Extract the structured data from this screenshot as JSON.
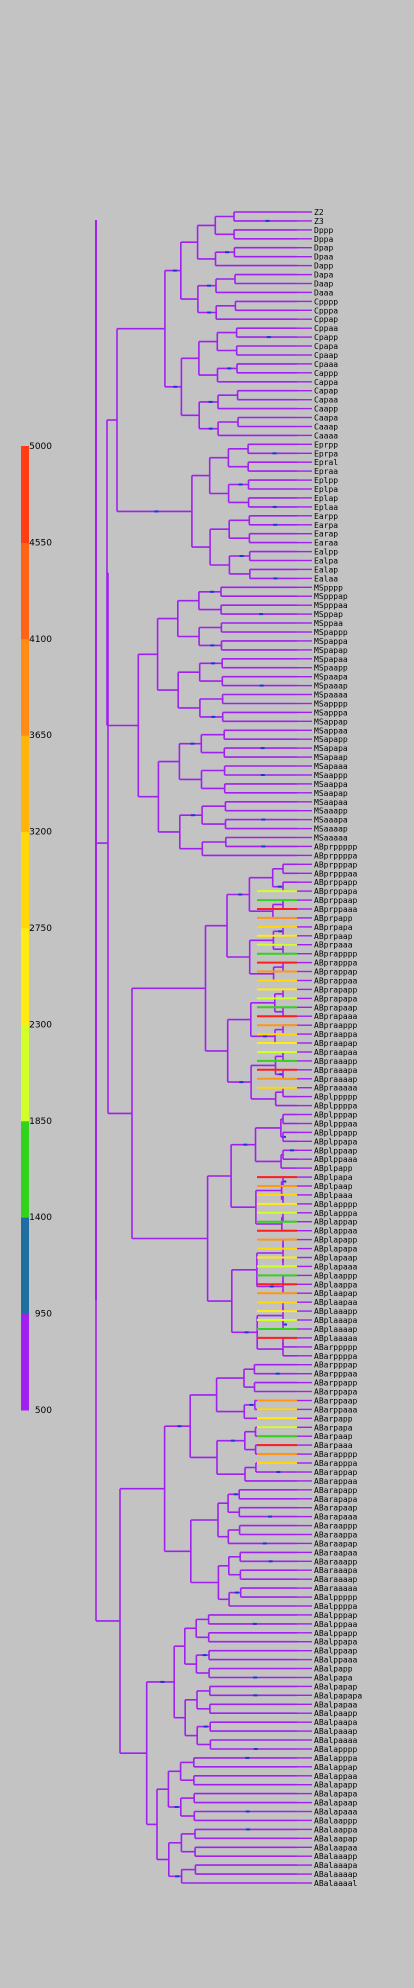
{
  "chart_data": {
    "type": "dendrogram",
    "legend": {
      "ticks": [
        "5000",
        "4550",
        "4100",
        "3650",
        "3200",
        "2750",
        "2300",
        "1850",
        "1400",
        "950",
        "500"
      ],
      "bins": [
        {
          "from": 500,
          "to": 950,
          "color": "#a020f0"
        },
        {
          "from": 950,
          "to": 1400,
          "color": "#1e6ea0"
        },
        {
          "from": 1400,
          "to": 1850,
          "color": "#32d21e"
        },
        {
          "from": 1850,
          "to": 2300,
          "color": "#d2ff28"
        },
        {
          "from": 2300,
          "to": 2750,
          "color": "#ffeb14"
        },
        {
          "from": 2750,
          "to": 3200,
          "color": "#ffd70a"
        },
        {
          "from": 3200,
          "to": 3650,
          "color": "#ffb40a"
        },
        {
          "from": 3650,
          "to": 4100,
          "color": "#ff8c14"
        },
        {
          "from": 4100,
          "to": 4550,
          "color": "#ff6414"
        },
        {
          "from": 4550,
          "to": 5000,
          "color": "#ff3c14"
        }
      ]
    },
    "leaves": [
      "Z2",
      "Z3",
      "Dppp",
      "Dppa",
      "Dpap",
      "Dpaa",
      "Dapp",
      "Dapa",
      "Daap",
      "Daaa",
      "Cpppp",
      "Cpppa",
      "Cppap",
      "Cppaa",
      "Cpapp",
      "Cpapa",
      "Cpaap",
      "Cpaaa",
      "Cappp",
      "Cappa",
      "Capap",
      "Capaa",
      "Caapp",
      "Caapa",
      "Caaap",
      "Caaaa",
      "Eprpp",
      "Eprpa",
      "Epral",
      "Epraa",
      "Eplpp",
      "Eplpa",
      "Eplap",
      "Eplaa",
      "Earpp",
      "Earpa",
      "Earap",
      "Earaa",
      "Ealpp",
      "Ealpa",
      "Ealap",
      "Ealaa",
      "MSpppp",
      "MSpppap",
      "MSpppaa",
      "MSppap",
      "MSppaa",
      "MSpappp",
      "MSpappa",
      "MSpapap",
      "MSpapaa",
      "MSpaapp",
      "MSpaapa",
      "MSpaaap",
      "MSpaaaa",
      "MSapppp",
      "MSapppa",
      "MSappap",
      "MSappaa",
      "MSapapp",
      "MSapapa",
      "MSapaap",
      "MSapaaa",
      "MSaappp",
      "MSaappa",
      "MSaapap",
      "MSaapaa",
      "MSaaapp",
      "MSaaapa",
      "MSaaaap",
      "MSaaaaa",
      "ABprppppp",
      "ABprppppa",
      "ABprpppap",
      "ABprpppaa",
      "ABprppapp",
      "ABprppapa",
      "ABprppaap",
      "ABprppaaa",
      "ABprpapp",
      "ABprpapa",
      "ABprpaap",
      "ABprpaaa",
      "ABprapppp",
      "ABprapppa",
      "ABprappap",
      "ABprappaa",
      "ABprapapp",
      "ABprapapa",
      "ABprapaap",
      "ABprapaaa",
      "ABpraappp",
      "ABpraappa",
      "ABpraapap",
      "ABpraapaa",
      "ABpraaapp",
      "ABpraaapa",
      "ABpraaaap",
      "ABpraaaaa",
      "ABplppppp",
      "ABplppppa",
      "ABplpppap",
      "ABplpppaa",
      "ABplppapp",
      "ABplppapa",
      "ABplppaap",
      "ABplppaaa",
      "ABplpapp",
      "ABplpapa",
      "ABplpaap",
      "ABplpaaa",
      "ABplapppp",
      "ABplapppa",
      "ABplappap",
      "ABplappaa",
      "ABplapapp",
      "ABplapapa",
      "ABplapaap",
      "ABplapaaa",
      "ABplaappp",
      "ABplaappa",
      "ABplaapap",
      "ABplaapaa",
      "ABplaaapp",
      "ABplaaapa",
      "ABplaaaap",
      "ABplaaaaa",
      "ABarppppp",
      "ABarppppa",
      "ABarpppap",
      "ABarpppaa",
      "ABarppapp",
      "ABarppapa",
      "ABarppaap",
      "ABarppaaa",
      "ABarpapp",
      "ABarpapa",
      "ABarpaap",
      "ABarpaaa",
      "ABarapppp",
      "ABarapppa",
      "ABarappap",
      "ABarappaa",
      "ABarapapp",
      "ABarapapa",
      "ABarapaap",
      "ABarapaaa",
      "ABaraappp",
      "ABaraappa",
      "ABaraapap",
      "ABaraapaa",
      "ABaraaapp",
      "ABaraaapa",
      "ABaraaaap",
      "ABaraaaaa",
      "ABalppppp",
      "ABalppppa",
      "ABalpppap",
      "ABalpppaa",
      "ABalppapp",
      "ABalppapa",
      "ABalppaap",
      "ABalppaaa",
      "ABalpapp",
      "ABalpapa",
      "ABalpapap",
      "ABalpapapa",
      "ABalpapaa",
      "ABalpaapp",
      "ABalpaapa",
      "ABalpaaap",
      "ABalpaaaa",
      "ABalapppp",
      "ABalapppa",
      "ABalappap",
      "ABalappaa",
      "ABalapapp",
      "ABalapapa",
      "ABalapaap",
      "ABalapaaa",
      "ABalaappp",
      "ABalaappa",
      "ABalaapap",
      "ABalaapaa",
      "ABalaaapp",
      "ABalaaapa",
      "ABalaaaap",
      "ABalaaaal"
    ]
  }
}
